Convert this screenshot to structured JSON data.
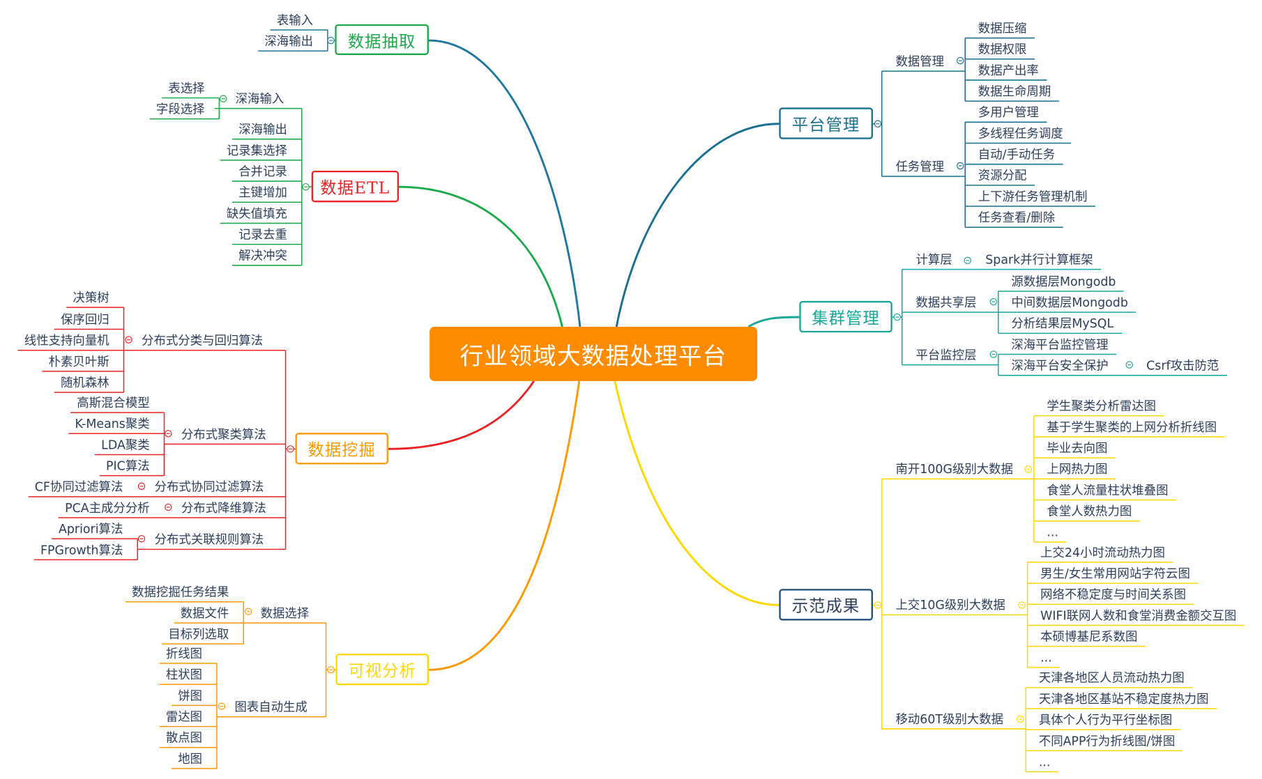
{
  "center": {
    "title": "行业领域大数据处理平台",
    "color": "#ff8c00"
  },
  "colors": {
    "text": "#2c3e5a",
    "extract": "#1f77a0",
    "etl": "#1aaa4a",
    "mining": "#ee2222",
    "visual": "#ff9900",
    "platform": "#17708f",
    "cluster": "#17a89a",
    "demo": "#ffd700"
  },
  "branches": [
    {
      "label": "数据抽取",
      "children": [
        {
          "label": "表输入"
        },
        {
          "label": "深海输出"
        }
      ]
    },
    {
      "label": "数据ETL",
      "children": [
        {
          "label": "深海输入",
          "children": [
            {
              "label": "表选择"
            },
            {
              "label": "字段选择"
            }
          ]
        },
        {
          "label": "深海输出"
        },
        {
          "label": "记录集选择"
        },
        {
          "label": "合并记录"
        },
        {
          "label": "主键增加"
        },
        {
          "label": "缺失值填充"
        },
        {
          "label": "记录去重"
        },
        {
          "label": "解决冲突"
        }
      ]
    },
    {
      "label": "数据挖掘",
      "children": [
        {
          "label": "分布式分类与回归算法",
          "children": [
            {
              "label": "决策树"
            },
            {
              "label": "保序回归"
            },
            {
              "label": "线性支持向量机"
            },
            {
              "label": "朴素贝叶斯"
            },
            {
              "label": "随机森林"
            }
          ]
        },
        {
          "label": "分布式聚类算法",
          "children": [
            {
              "label": "高斯混合模型"
            },
            {
              "label": "K-Means聚类"
            },
            {
              "label": "LDA聚类"
            },
            {
              "label": "PIC算法"
            }
          ]
        },
        {
          "label": "分布式协同过滤算法",
          "children": [
            {
              "label": "CF协同过滤算法"
            }
          ]
        },
        {
          "label": "分布式降维算法",
          "children": [
            {
              "label": "PCA主成分分析"
            }
          ]
        },
        {
          "label": "分布式关联规则算法",
          "children": [
            {
              "label": "Apriori算法"
            },
            {
              "label": "FPGrowth算法"
            }
          ]
        }
      ]
    },
    {
      "label": "可视分析",
      "children": [
        {
          "label": "数据选择",
          "children": [
            {
              "label": "数据挖掘任务结果"
            },
            {
              "label": "数据文件"
            },
            {
              "label": "目标列选取"
            }
          ]
        },
        {
          "label": "图表自动生成",
          "children": [
            {
              "label": "折线图"
            },
            {
              "label": "柱状图"
            },
            {
              "label": "饼图"
            },
            {
              "label": "雷达图"
            },
            {
              "label": "散点图"
            },
            {
              "label": "地图"
            }
          ]
        }
      ]
    },
    {
      "label": "平台管理",
      "children": [
        {
          "label": "数据管理",
          "children": [
            {
              "label": "数据压缩"
            },
            {
              "label": "数据权限"
            },
            {
              "label": "数据产出率"
            },
            {
              "label": "数据生命周期"
            }
          ]
        },
        {
          "label": "任务管理",
          "children": [
            {
              "label": "多用户管理"
            },
            {
              "label": "多线程任务调度"
            },
            {
              "label": "自动/手动任务"
            },
            {
              "label": "资源分配"
            },
            {
              "label": "上下游任务管理机制"
            },
            {
              "label": "任务查看/删除"
            }
          ]
        }
      ]
    },
    {
      "label": "集群管理",
      "children": [
        {
          "label": "计算层",
          "children": [
            {
              "label": "Spark并行计算框架"
            }
          ]
        },
        {
          "label": "数据共享层",
          "children": [
            {
              "label": "源数据层Mongodb"
            },
            {
              "label": "中间数据层Mongodb"
            },
            {
              "label": "分析结果层MySQL"
            }
          ]
        },
        {
          "label": "平台监控层",
          "children": [
            {
              "label": "深海平台监控管理"
            },
            {
              "label": "深海平台安全保护",
              "children": [
                {
                  "label": "Csrf攻击防范"
                }
              ]
            }
          ]
        }
      ]
    },
    {
      "label": "示范成果",
      "children": [
        {
          "label": "南开100G级别大数据",
          "children": [
            {
              "label": "学生聚类分析雷达图"
            },
            {
              "label": "基于学生聚类的上网分析折线图"
            },
            {
              "label": "毕业去向图"
            },
            {
              "label": "上网热力图"
            },
            {
              "label": "食堂人流量柱状堆叠图"
            },
            {
              "label": "食堂人数热力图"
            },
            {
              "label": "..."
            }
          ]
        },
        {
          "label": "上交10G级别大数据",
          "children": [
            {
              "label": "上交24小时流动热力图"
            },
            {
              "label": "男生/女生常用网站字符云图"
            },
            {
              "label": "网络不稳定度与时间关系图"
            },
            {
              "label": "WIFI联网人数和食堂消费金额交互图"
            },
            {
              "label": "本硕博基尼系数图"
            },
            {
              "label": "..."
            }
          ]
        },
        {
          "label": "移动60T级别大数据",
          "children": [
            {
              "label": "天津各地区人员流动热力图"
            },
            {
              "label": "天津各地区基站不稳定度热力图"
            },
            {
              "label": "具体个人行为平行坐标图"
            },
            {
              "label": "不同APP行为折线图/饼图"
            },
            {
              "label": "..."
            }
          ]
        }
      ]
    }
  ]
}
